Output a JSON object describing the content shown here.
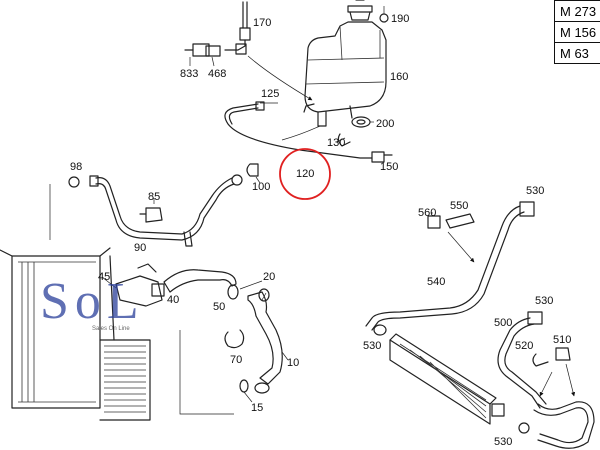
{
  "engine_codes": [
    "M 273",
    "M 156",
    "M 63"
  ],
  "callouts": {
    "p170": "170",
    "p190": "190",
    "p833": "833",
    "p468": "468",
    "p160": "160",
    "p125": "125",
    "p200": "200",
    "p130": "130",
    "p150": "150",
    "p120": "120",
    "p100": "100",
    "p98": "98",
    "p85": "85",
    "p90": "90",
    "p45": "45",
    "p40": "40",
    "p50": "50",
    "p20": "20",
    "p10": "10",
    "p70": "70",
    "p15": "15",
    "p530a": "530",
    "p560": "560",
    "p550": "550",
    "p540": "540",
    "p530b": "530",
    "p500": "500",
    "p520": "520",
    "p510": "510",
    "p530c": "530",
    "p530d": "530"
  },
  "highlight_color": "#e02020",
  "watermark": {
    "logo_text": "SoL",
    "tagline": "Sales On Line",
    "logo_color": "#2a3f9a"
  }
}
